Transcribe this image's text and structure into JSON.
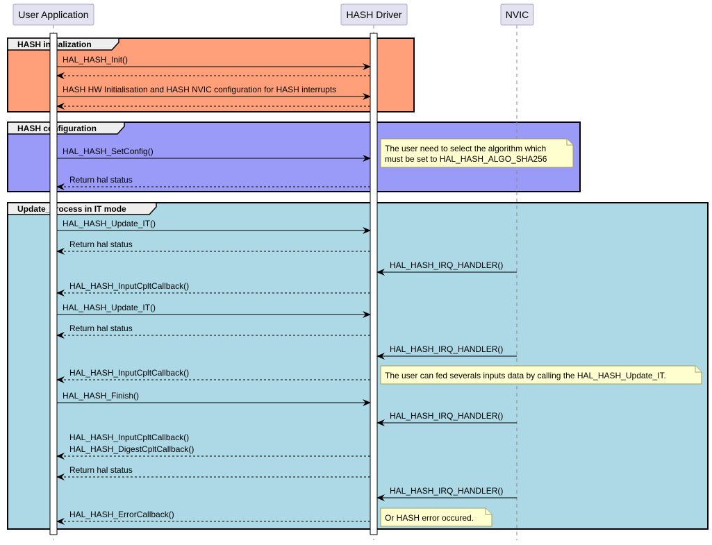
{
  "participants": [
    {
      "id": "user",
      "label": "User Application"
    },
    {
      "id": "driver",
      "label": "HASH Driver"
    },
    {
      "id": "nvic",
      "label": "NVIC"
    }
  ],
  "groups": [
    {
      "id": "init",
      "title": "HASH initialization",
      "color": "#ffa07a",
      "messages": [
        {
          "from": "user",
          "to": "driver",
          "lines": [
            "HAL_HASH_Init()"
          ],
          "dashed": false
        },
        {
          "from": "driver",
          "to": "user",
          "lines": [],
          "dashed": true
        },
        {
          "from": "user",
          "to": "driver",
          "lines": [
            "HASH HW Initialisation and HASH NVIC configuration for HASH interrupts"
          ],
          "dashed": false
        },
        {
          "from": "driver",
          "to": "user",
          "lines": [],
          "dashed": true
        }
      ]
    },
    {
      "id": "config",
      "title": "HASH configuration",
      "color": "#9a9af8",
      "messages": [
        {
          "from": "user",
          "to": "driver",
          "lines": [
            "HAL_HASH_SetConfig()"
          ],
          "dashed": false,
          "note": [
            "The user need to select the algorithm which",
            " must be set to HAL_HASH_ALGO_SHA256"
          ]
        },
        {
          "from": "driver",
          "to": "user",
          "lines": [
            "Return hal status"
          ],
          "dashed": true
        }
      ]
    },
    {
      "id": "update",
      "title": "Update_process in IT mode",
      "color": "#add8e6",
      "messages": [
        {
          "from": "user",
          "to": "driver",
          "lines": [
            "HAL_HASH_Update_IT()"
          ],
          "dashed": false
        },
        {
          "from": "driver",
          "to": "user",
          "lines": [
            "Return hal status"
          ],
          "dashed": true
        },
        {
          "from": "nvic",
          "to": "driver",
          "lines": [
            "HAL_HASH_IRQ_HANDLER()"
          ],
          "dashed": false
        },
        {
          "from": "driver",
          "to": "user",
          "lines": [
            "HAL_HASH_InputCpltCallback()"
          ],
          "dashed": true
        },
        {
          "from": "user",
          "to": "driver",
          "lines": [
            "HAL_HASH_Update_IT()"
          ],
          "dashed": false
        },
        {
          "from": "driver",
          "to": "user",
          "lines": [
            "Return hal status"
          ],
          "dashed": true
        },
        {
          "from": "nvic",
          "to": "driver",
          "lines": [
            "HAL_HASH_IRQ_HANDLER()"
          ],
          "dashed": false
        },
        {
          "from": "driver",
          "to": "user",
          "lines": [
            "HAL_HASH_InputCpltCallback()"
          ],
          "dashed": true,
          "note": [
            "The user can fed severals inputs data by calling the HAL_HASH_Update_IT."
          ]
        },
        {
          "from": "user",
          "to": "driver",
          "lines": [
            "HAL_HASH_Finish()"
          ],
          "dashed": false
        },
        {
          "from": "nvic",
          "to": "driver",
          "lines": [
            "HAL_HASH_IRQ_HANDLER()"
          ],
          "dashed": false
        },
        {
          "from": "driver",
          "to": "user",
          "lines": [
            "HAL_HASH_InputCpltCallback()",
            " HAL_HASH_DigestCpltCallback()"
          ],
          "dashed": true
        },
        {
          "from": "driver",
          "to": "user",
          "lines": [
            "Return hal status"
          ],
          "dashed": true
        },
        {
          "from": "nvic",
          "to": "driver",
          "lines": [
            "HAL_HASH_IRQ_HANDLER()"
          ],
          "dashed": false
        },
        {
          "from": "driver",
          "to": "user",
          "lines": [
            "HAL_HASH_ErrorCallback()"
          ],
          "dashed": true,
          "note": [
            "Or HASH error occured."
          ]
        }
      ]
    }
  ]
}
